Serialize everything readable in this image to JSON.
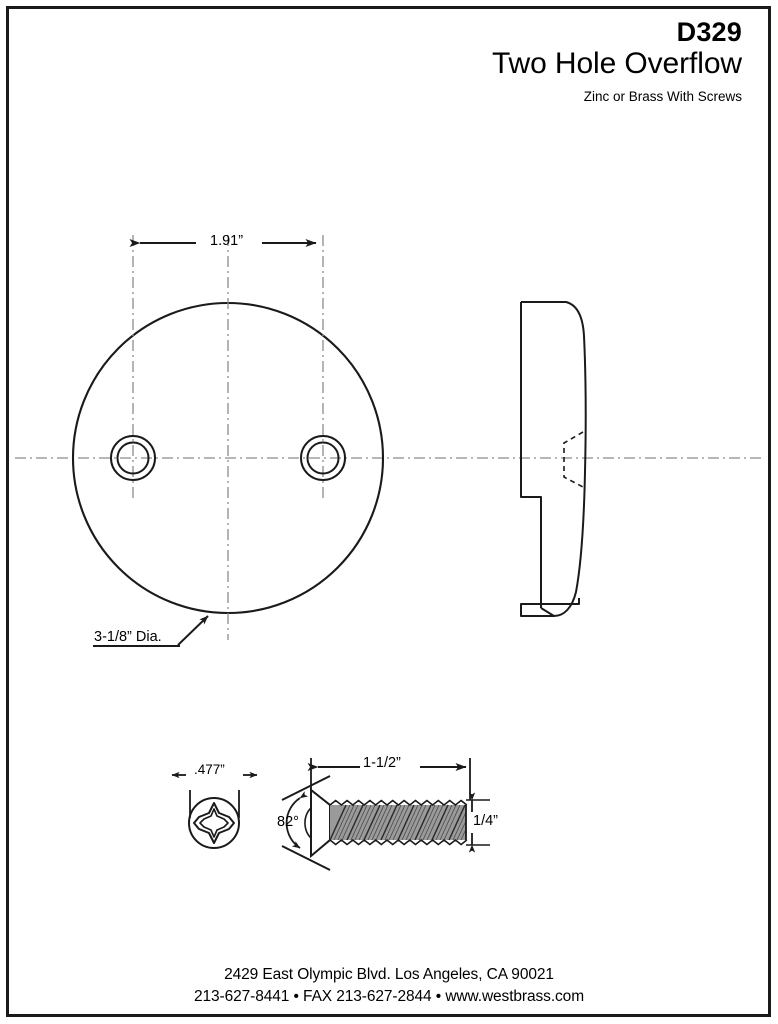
{
  "document": {
    "title_code": "D329",
    "title_name": "Two Hole Overflow",
    "subtitle": "Zinc or Brass With Screws"
  },
  "footer": {
    "address": "2429 East Olympic Blvd. Los Angeles, CA  90021",
    "contact": "213-627-8441 • FAX 213-627-2844 • www.westbrass.com"
  },
  "dimensions": {
    "hole_spacing": "1.91”",
    "plate_diameter": "3-1/8” Dia.",
    "screw_head_diameter": ".477”",
    "screw_length": "1-1/2”",
    "screw_shaft_diameter": "1/4”",
    "screw_head_angle": "82°"
  },
  "views": {
    "front_view_name": "overflow-plate-front-view",
    "side_view_name": "overflow-plate-side-profile",
    "screw_head_view_name": "screw-head-end-view",
    "screw_side_view_name": "screw-side-view"
  },
  "colors": {
    "line": "#1a1a1a",
    "centerline": "#8c8c8c",
    "thread_fill": "#9a9a9a",
    "background": "#ffffff"
  }
}
